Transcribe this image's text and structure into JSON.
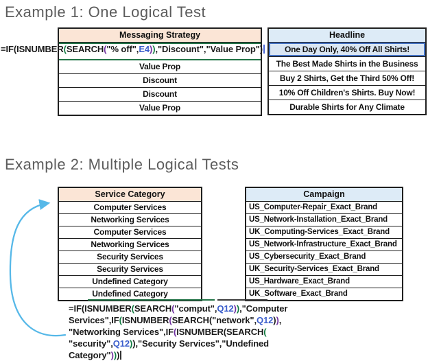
{
  "example1": {
    "title": "Example 1: One Logical Test",
    "messaging_table": {
      "header": "Messaging Strategy",
      "rows": [
        "Value Prop",
        "Discount",
        "Discount",
        "Value Prop"
      ]
    },
    "formula_lines": [
      [
        [
          "=IF(",
          "k"
        ],
        [
          "ISNUMBER",
          "k"
        ],
        [
          "(",
          "g"
        ],
        [
          "SEARCH",
          "k"
        ],
        [
          "(",
          "p"
        ],
        [
          "\"% off\",",
          "k"
        ],
        [
          "E4",
          "b"
        ],
        [
          ")",
          "p"
        ],
        [
          ")",
          "g"
        ],
        [
          ",\"Discount\",\"Value Prop\"",
          "k"
        ],
        [
          ")",
          "k"
        ],
        [
          "",
          "cur"
        ]
      ]
    ],
    "headline_table": {
      "header": "Headline",
      "rows": [
        "One Day Only, 40% Off All Shirts!",
        "The Best Made Shirts in the Business",
        "Buy 2 Shirts, Get the Third 50% Off!",
        "10% Off Children's Shirts. Buy Now!",
        "Durable Shirts for Any Climate"
      ],
      "selected_row_index": 0
    }
  },
  "example2": {
    "title": "Example 2: Multiple Logical Tests",
    "service_table": {
      "header": "Service Category",
      "rows": [
        "Computer Services",
        "Networking Services",
        "Computer Services",
        "Networking Services",
        "Security Services",
        "Security Services",
        "Undefined Category",
        "Undefined Category"
      ]
    },
    "campaign_table": {
      "header": "Campaign",
      "rows": [
        "US_Computer-Repair_Exact_Brand",
        "US_Network-Installation_Exact_Brand",
        "UK_Computing-Services_Exact_Brand",
        "US_Network-Infrastructure_Exact_Brand",
        "US_Cybersecurity_Exact_Brand",
        "UK_Security-Services_Exact_Brand",
        "US_Hardware_Exact_Brand",
        "UK_Software_Exact_Brand"
      ]
    },
    "formula_lines": [
      [
        [
          "=IF(",
          "k"
        ],
        [
          "ISNUMBER",
          "k"
        ],
        [
          "(",
          "g"
        ],
        [
          "SEARCH",
          "k"
        ],
        [
          "(",
          "p"
        ],
        [
          "\"comput\",",
          "k"
        ],
        [
          "Q12",
          "b"
        ],
        [
          ")",
          "p"
        ],
        [
          ")",
          "g"
        ],
        [
          ",\"Computer",
          "k"
        ]
      ],
      [
        [
          "Services\",IF",
          "k"
        ],
        [
          "(",
          "g"
        ],
        [
          "ISNUMBER",
          "k"
        ],
        [
          "(",
          "p"
        ],
        [
          "SEARCH",
          "k"
        ],
        [
          "(",
          "k"
        ],
        [
          "\"network\",",
          "k"
        ],
        [
          "Q12",
          "b"
        ],
        [
          ")",
          "k"
        ],
        [
          ")",
          "p"
        ],
        [
          ",",
          "k"
        ]
      ],
      [
        [
          "\"Networking Services\",IF",
          "k"
        ],
        [
          "(",
          "p"
        ],
        [
          "ISNUMBER",
          "k"
        ],
        [
          "(",
          "k"
        ],
        [
          "SEARCH",
          "k"
        ],
        [
          "(",
          "g"
        ]
      ],
      [
        [
          "\"security\",",
          "k"
        ],
        [
          "Q12",
          "b"
        ],
        [
          ")",
          "g"
        ],
        [
          ")",
          "k"
        ],
        [
          ",\"Security Services\",\"Undefined",
          "k"
        ]
      ],
      [
        [
          "Category\"",
          "k"
        ],
        [
          ")",
          "p"
        ],
        [
          ")",
          "g"
        ],
        [
          ")",
          "k"
        ],
        [
          "",
          "cur"
        ]
      ]
    ]
  },
  "colors": {
    "title_gray": "#5c5c5c",
    "peach_header": "#FBE5D6",
    "blue_header": "#DDEBF7",
    "selected_cell_fill": "#DAE6F3",
    "selected_cell_border": "#4472C4",
    "green_cell_border": "#217346",
    "reference_blue": "#3B5ECC",
    "paren_green": "#107C41",
    "paren_purple": "#7030A0",
    "arrow_blue": "#56B8E8"
  }
}
